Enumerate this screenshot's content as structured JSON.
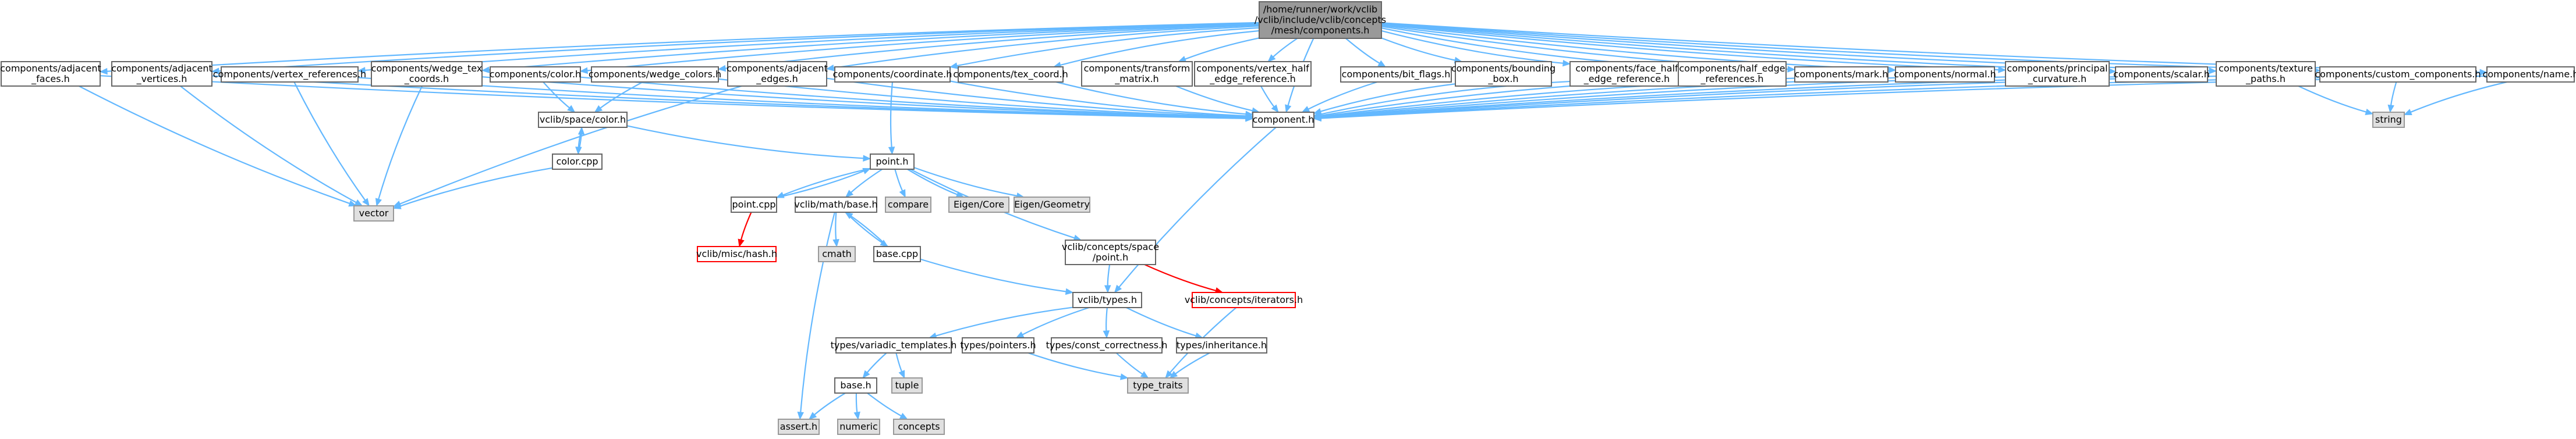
{
  "diagram": {
    "kind": "include-dependency-graph",
    "colors": {
      "edge": "#63b8ff",
      "edge_red": "#ff0000",
      "root_fill": "#999999",
      "node_fill": "#ffffff",
      "node_border": "#666666",
      "system_fill": "#e0e0e0",
      "system_border": "#999999",
      "unresolved_border": "#ff0000"
    },
    "nodes": [
      {
        "id": "root",
        "lines": [
          "/home/runner/work/vclib",
          "/vclib/include/vclib/concepts",
          "/mesh/components.h"
        ],
        "style": "root"
      },
      {
        "id": "adj_faces",
        "lines": [
          "components/adjacent",
          "_faces.h"
        ],
        "style": "normal"
      },
      {
        "id": "adj_vertices",
        "lines": [
          "components/adjacent",
          "_vertices.h"
        ],
        "style": "normal"
      },
      {
        "id": "vertex_refs",
        "lines": [
          "components/vertex_references.h"
        ],
        "style": "normal"
      },
      {
        "id": "wedge_tex",
        "lines": [
          "components/wedge_tex",
          "_coords.h"
        ],
        "style": "normal"
      },
      {
        "id": "color",
        "lines": [
          "components/color.h"
        ],
        "style": "normal"
      },
      {
        "id": "wedge_colors",
        "lines": [
          "components/wedge_colors.h"
        ],
        "style": "normal"
      },
      {
        "id": "adj_edges",
        "lines": [
          "components/adjacent",
          "_edges.h"
        ],
        "style": "normal"
      },
      {
        "id": "coordinate",
        "lines": [
          "components/coordinate.h"
        ],
        "style": "normal"
      },
      {
        "id": "tex_coord",
        "lines": [
          "components/tex_coord.h"
        ],
        "style": "normal"
      },
      {
        "id": "transform",
        "lines": [
          "components/transform",
          "_matrix.h"
        ],
        "style": "normal"
      },
      {
        "id": "vhalf",
        "lines": [
          "components/vertex_half",
          "_edge_reference.h"
        ],
        "style": "normal"
      },
      {
        "id": "bitflags",
        "lines": [
          "components/bit_flags.h"
        ],
        "style": "normal"
      },
      {
        "id": "bbox",
        "lines": [
          "components/bounding",
          "_box.h"
        ],
        "style": "normal"
      },
      {
        "id": "fhalf",
        "lines": [
          "components/face_half",
          "_edge_reference.h"
        ],
        "style": "normal"
      },
      {
        "id": "halfrefs",
        "lines": [
          "components/half_edge",
          "_references.h"
        ],
        "style": "normal"
      },
      {
        "id": "mark",
        "lines": [
          "components/mark.h"
        ],
        "style": "normal"
      },
      {
        "id": "normal",
        "lines": [
          "components/normal.h"
        ],
        "style": "normal"
      },
      {
        "id": "principal",
        "lines": [
          "components/principal",
          "_curvature.h"
        ],
        "style": "normal"
      },
      {
        "id": "scalar",
        "lines": [
          "components/scalar.h"
        ],
        "style": "normal"
      },
      {
        "id": "texpaths",
        "lines": [
          "components/texture",
          "_paths.h"
        ],
        "style": "normal"
      },
      {
        "id": "custom",
        "lines": [
          "components/custom_components.h"
        ],
        "style": "normal"
      },
      {
        "id": "name",
        "lines": [
          "components/name.h"
        ],
        "style": "normal"
      },
      {
        "id": "component",
        "lines": [
          "component.h"
        ],
        "style": "normal"
      },
      {
        "id": "string",
        "lines": [
          "string"
        ],
        "style": "system"
      },
      {
        "id": "space_color",
        "lines": [
          "vclib/space/color.h"
        ],
        "style": "normal"
      },
      {
        "id": "color_cpp",
        "lines": [
          "color.cpp"
        ],
        "style": "normal"
      },
      {
        "id": "vector",
        "lines": [
          "vector"
        ],
        "style": "system"
      },
      {
        "id": "point_h",
        "lines": [
          "point.h"
        ],
        "style": "normal"
      },
      {
        "id": "point_cpp",
        "lines": [
          "point.cpp"
        ],
        "style": "normal"
      },
      {
        "id": "base_h",
        "lines": [
          "vclib/math/base.h"
        ],
        "style": "normal"
      },
      {
        "id": "compare",
        "lines": [
          "compare"
        ],
        "style": "system"
      },
      {
        "id": "eigen_core",
        "lines": [
          "Eigen/Core"
        ],
        "style": "system"
      },
      {
        "id": "eigen_geom",
        "lines": [
          "Eigen/Geometry"
        ],
        "style": "system"
      },
      {
        "id": "hash",
        "lines": [
          "vclib/misc/hash.h"
        ],
        "style": "unresolved"
      },
      {
        "id": "cmath",
        "lines": [
          "cmath"
        ],
        "style": "system"
      },
      {
        "id": "base_cpp",
        "lines": [
          "base.cpp"
        ],
        "style": "normal"
      },
      {
        "id": "concepts_point",
        "lines": [
          "vclib/concepts/space",
          "/point.h"
        ],
        "style": "normal"
      },
      {
        "id": "types_h",
        "lines": [
          "vclib/types.h"
        ],
        "style": "normal"
      },
      {
        "id": "iterators",
        "lines": [
          "vclib/concepts/iterators.h"
        ],
        "style": "unresolved"
      },
      {
        "id": "variadic",
        "lines": [
          "types/variadic_templates.h"
        ],
        "style": "normal"
      },
      {
        "id": "pointers",
        "lines": [
          "types/pointers.h"
        ],
        "style": "normal"
      },
      {
        "id": "constcorr",
        "lines": [
          "types/const_correctness.h"
        ],
        "style": "normal"
      },
      {
        "id": "inheritance",
        "lines": [
          "types/inheritance.h"
        ],
        "style": "normal"
      },
      {
        "id": "tuple",
        "lines": [
          "tuple"
        ],
        "style": "system"
      },
      {
        "id": "type_traits",
        "lines": [
          "type_traits"
        ],
        "style": "system"
      },
      {
        "id": "types_base",
        "lines": [
          "base.h"
        ],
        "style": "normal"
      },
      {
        "id": "assert",
        "lines": [
          "assert.h"
        ],
        "style": "system"
      },
      {
        "id": "numeric",
        "lines": [
          "numeric"
        ],
        "style": "system"
      },
      {
        "id": "concepts",
        "lines": [
          "concepts"
        ],
        "style": "system"
      }
    ],
    "edges": [
      [
        "root",
        "adj_faces"
      ],
      [
        "root",
        "adj_vertices"
      ],
      [
        "root",
        "vertex_refs"
      ],
      [
        "root",
        "wedge_tex"
      ],
      [
        "root",
        "color"
      ],
      [
        "root",
        "wedge_colors"
      ],
      [
        "root",
        "adj_edges"
      ],
      [
        "root",
        "coordinate"
      ],
      [
        "root",
        "tex_coord"
      ],
      [
        "root",
        "transform"
      ],
      [
        "root",
        "vhalf"
      ],
      [
        "root",
        "bitflags"
      ],
      [
        "root",
        "bbox"
      ],
      [
        "root",
        "fhalf"
      ],
      [
        "root",
        "halfrefs"
      ],
      [
        "root",
        "mark"
      ],
      [
        "root",
        "normal"
      ],
      [
        "root",
        "principal"
      ],
      [
        "root",
        "scalar"
      ],
      [
        "root",
        "texpaths"
      ],
      [
        "root",
        "custom"
      ],
      [
        "root",
        "name"
      ],
      [
        "root",
        "component"
      ],
      [
        "adj_faces",
        "component"
      ],
      [
        "adj_faces",
        "vector"
      ],
      [
        "adj_vertices",
        "component"
      ],
      [
        "adj_vertices",
        "vector"
      ],
      [
        "vertex_refs",
        "component"
      ],
      [
        "vertex_refs",
        "vector"
      ],
      [
        "wedge_tex",
        "component"
      ],
      [
        "wedge_tex",
        "vector"
      ],
      [
        "color",
        "component"
      ],
      [
        "color",
        "space_color"
      ],
      [
        "wedge_colors",
        "component"
      ],
      [
        "wedge_colors",
        "space_color"
      ],
      [
        "adj_edges",
        "component"
      ],
      [
        "adj_edges",
        "vector"
      ],
      [
        "coordinate",
        "component"
      ],
      [
        "coordinate",
        "point_h"
      ],
      [
        "tex_coord",
        "component"
      ],
      [
        "transform",
        "component"
      ],
      [
        "vhalf",
        "component"
      ],
      [
        "bitflags",
        "component"
      ],
      [
        "bbox",
        "component"
      ],
      [
        "fhalf",
        "component"
      ],
      [
        "halfrefs",
        "component"
      ],
      [
        "mark",
        "component"
      ],
      [
        "normal",
        "component"
      ],
      [
        "principal",
        "component"
      ],
      [
        "scalar",
        "component"
      ],
      [
        "texpaths",
        "component"
      ],
      [
        "texpaths",
        "string"
      ],
      [
        "custom",
        "component"
      ],
      [
        "custom",
        "string"
      ],
      [
        "name",
        "component"
      ],
      [
        "name",
        "string"
      ],
      [
        "component",
        "types_h"
      ],
      [
        "space_color",
        "color_cpp"
      ],
      [
        "space_color",
        "point_h"
      ],
      [
        "color_cpp",
        "space_color"
      ],
      [
        "color_cpp",
        "vector"
      ],
      [
        "point_h",
        "point_cpp"
      ],
      [
        "point_h",
        "base_h"
      ],
      [
        "point_h",
        "compare"
      ],
      [
        "point_h",
        "eigen_core"
      ],
      [
        "point_h",
        "eigen_geom"
      ],
      [
        "point_h",
        "concepts_point"
      ],
      [
        "point_cpp",
        "point_h"
      ],
      [
        "point_cpp",
        "hash"
      ],
      [
        "base_h",
        "cmath"
      ],
      [
        "base_h",
        "base_cpp"
      ],
      [
        "base_h",
        "assert"
      ],
      [
        "base_cpp",
        "base_h"
      ],
      [
        "base_cpp",
        "types_h"
      ],
      [
        "concepts_point",
        "types_h"
      ],
      [
        "concepts_point",
        "iterators"
      ],
      [
        "types_h",
        "variadic"
      ],
      [
        "types_h",
        "pointers"
      ],
      [
        "types_h",
        "constcorr"
      ],
      [
        "types_h",
        "inheritance"
      ],
      [
        "variadic",
        "types_base"
      ],
      [
        "variadic",
        "tuple"
      ],
      [
        "pointers",
        "type_traits"
      ],
      [
        "constcorr",
        "type_traits"
      ],
      [
        "inheritance",
        "type_traits"
      ],
      [
        "iterators",
        "type_traits"
      ],
      [
        "types_base",
        "assert"
      ],
      [
        "types_base",
        "numeric"
      ],
      [
        "types_base",
        "concepts"
      ]
    ]
  }
}
